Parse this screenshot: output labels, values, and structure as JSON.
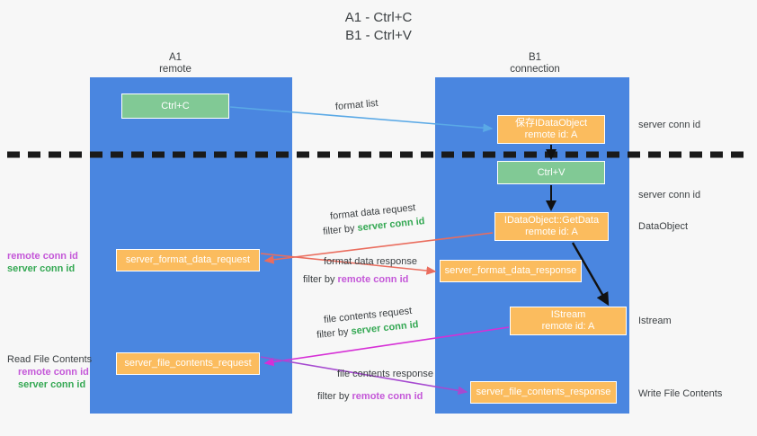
{
  "title": {
    "line1": "A1 - Ctrl+C",
    "line2": "B1 - Ctrl+V"
  },
  "lanes": [
    {
      "id": "a1",
      "name": "A1",
      "subtitle": "remote",
      "color": "#4a86e0"
    },
    {
      "id": "b1",
      "name": "B1",
      "subtitle": "connection",
      "color": "#4a86e0"
    }
  ],
  "colors": {
    "lane": "#4a86e0",
    "green_node": "#81c995",
    "orange_node": "#fbbc5e",
    "server_conn_id": "#34a853",
    "remote_conn_id": "#c457d8",
    "arrow_blue": "#5aa9e6",
    "arrow_red": "#ea6d5e",
    "arrow_magenta": "#d62fd6",
    "arrow_purple": "#a64ad0",
    "arrow_black": "#000000",
    "background": "#f7f7f7"
  },
  "nodes": {
    "ctrl_c": {
      "label": "Ctrl+C",
      "type": "green"
    },
    "save_idataobject": {
      "label": "保存IDataObject",
      "sublabel": "remote id: A",
      "type": "orange"
    },
    "ctrl_v": {
      "label": "Ctrl+V",
      "type": "green"
    },
    "getdata": {
      "label": "IDataObject::GetData",
      "sublabel": "remote id: A",
      "type": "orange"
    },
    "istream": {
      "label": "IStream",
      "sublabel": "remote id: A",
      "type": "orange"
    },
    "format_data_request": {
      "label": "server_format_data_request",
      "type": "orange"
    },
    "format_data_response": {
      "label": "server_format_data_response",
      "type": "orange"
    },
    "file_contents_request": {
      "label": "server_file_contents_request",
      "type": "orange"
    },
    "file_contents_response": {
      "label": "server_file_contents_response",
      "type": "orange"
    }
  },
  "edges": {
    "format_list": {
      "label": "format list"
    },
    "format_data_request": {
      "line1": "format data request",
      "filter_prefix": "filter by ",
      "filter_value": "server conn id"
    },
    "format_data_response": {
      "line1": "format data response",
      "filter_prefix": "filter by ",
      "filter_value": "remote conn id"
    },
    "file_contents_request": {
      "line1": "file contents request",
      "filter_prefix": "filter by ",
      "filter_value": "server conn id"
    },
    "file_contents_response": {
      "line1": "file contents response",
      "filter_prefix": "filter by ",
      "filter_value": "remote conn id"
    }
  },
  "annotations": {
    "left_format": {
      "remote": "remote conn id",
      "server": "server conn id"
    },
    "left_file": {
      "heading": "Read File Contents",
      "remote": "remote conn id",
      "server": "server conn id"
    },
    "right": {
      "server_conn_id_1": "server conn id",
      "server_conn_id_2": "server conn id",
      "dataobject": "DataObject",
      "istream": "Istream",
      "write_file_contents": "Write File Contents"
    }
  },
  "divider": {
    "style": "dashed",
    "color": "#1a1a1a"
  }
}
